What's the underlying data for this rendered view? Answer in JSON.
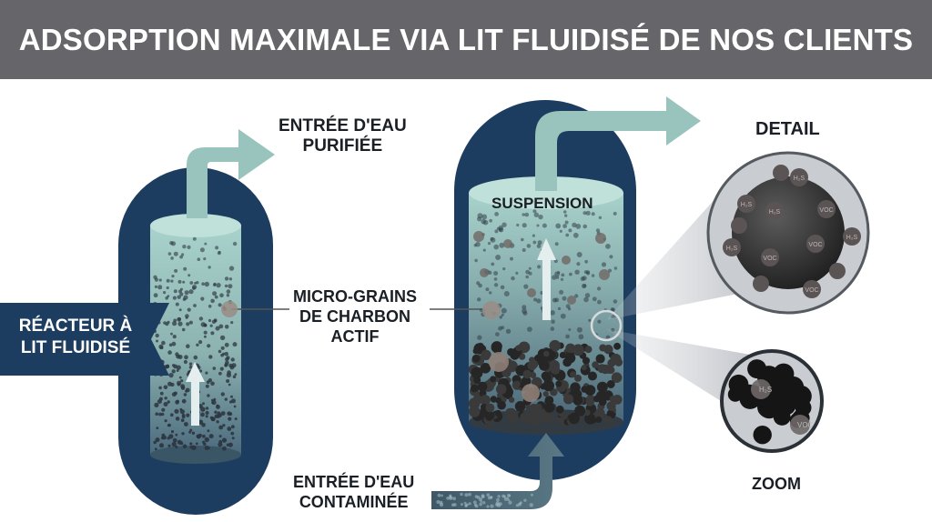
{
  "title": "ADSORPTION MAXIMALE VIA LIT FLUIDISÉ DE NOS CLIENTS",
  "labels": {
    "outlet": [
      "ENTRÉE D'EAU",
      "PURIFIÉE"
    ],
    "reactor": [
      "RÉACTEUR À",
      "LIT FLUIDISÉ"
    ],
    "grains": [
      "MICRO-GRAINS",
      "DE CHARBON",
      "ACTIF"
    ],
    "inlet": [
      "ENTRÉE D'EAU",
      "CONTAMINÉE"
    ],
    "suspension": "SUSPENSION",
    "detail": "DETAIL",
    "zoom": "ZOOM"
  },
  "molecules": {
    "h2s": "H₂S",
    "voc": "VOC"
  },
  "colors": {
    "banner": "#66666a",
    "vessel": "#1c3d60",
    "liquid_top": "#a6cfc8",
    "liquid_bottom": "#4f6e80",
    "arrow": "#99c3bd",
    "carbon": "#2a2a2a"
  }
}
